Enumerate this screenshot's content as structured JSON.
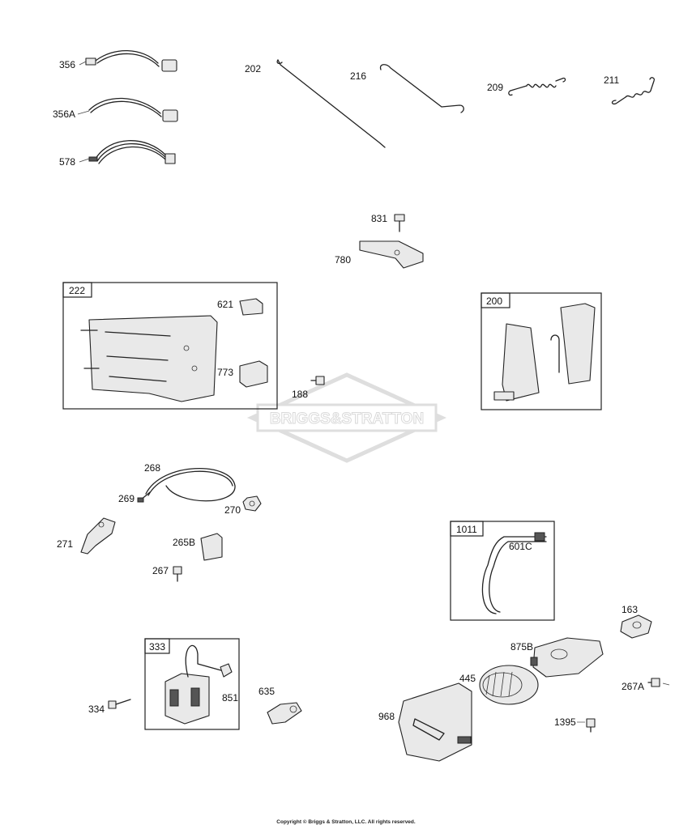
{
  "labels": {
    "p356": "356",
    "p356A": "356A",
    "p578": "578",
    "p202": "202",
    "p216": "216",
    "p209": "209",
    "p211": "211",
    "p831": "831",
    "p780": "780",
    "p222": "222",
    "p621": "621",
    "p773": "773",
    "p188": "188",
    "p200": "200",
    "p268": "268",
    "p269": "269",
    "p270": "270",
    "p271": "271",
    "p265B": "265B",
    "p267": "267",
    "p1011": "1011",
    "p601C": "601C",
    "p163": "163",
    "p875B": "875B",
    "p445": "445",
    "p267A": "267A",
    "p333": "333",
    "p851": "851",
    "p334": "334",
    "p635": "635",
    "p968": "968",
    "p1395": "1395"
  },
  "watermark": {
    "brand_left": "BRIGGS",
    "brand_amp": "&",
    "brand_right": "STRATTON"
  },
  "footer": {
    "copyright": "Copyright © Briggs & Stratton, LLC. All rights reserved."
  }
}
